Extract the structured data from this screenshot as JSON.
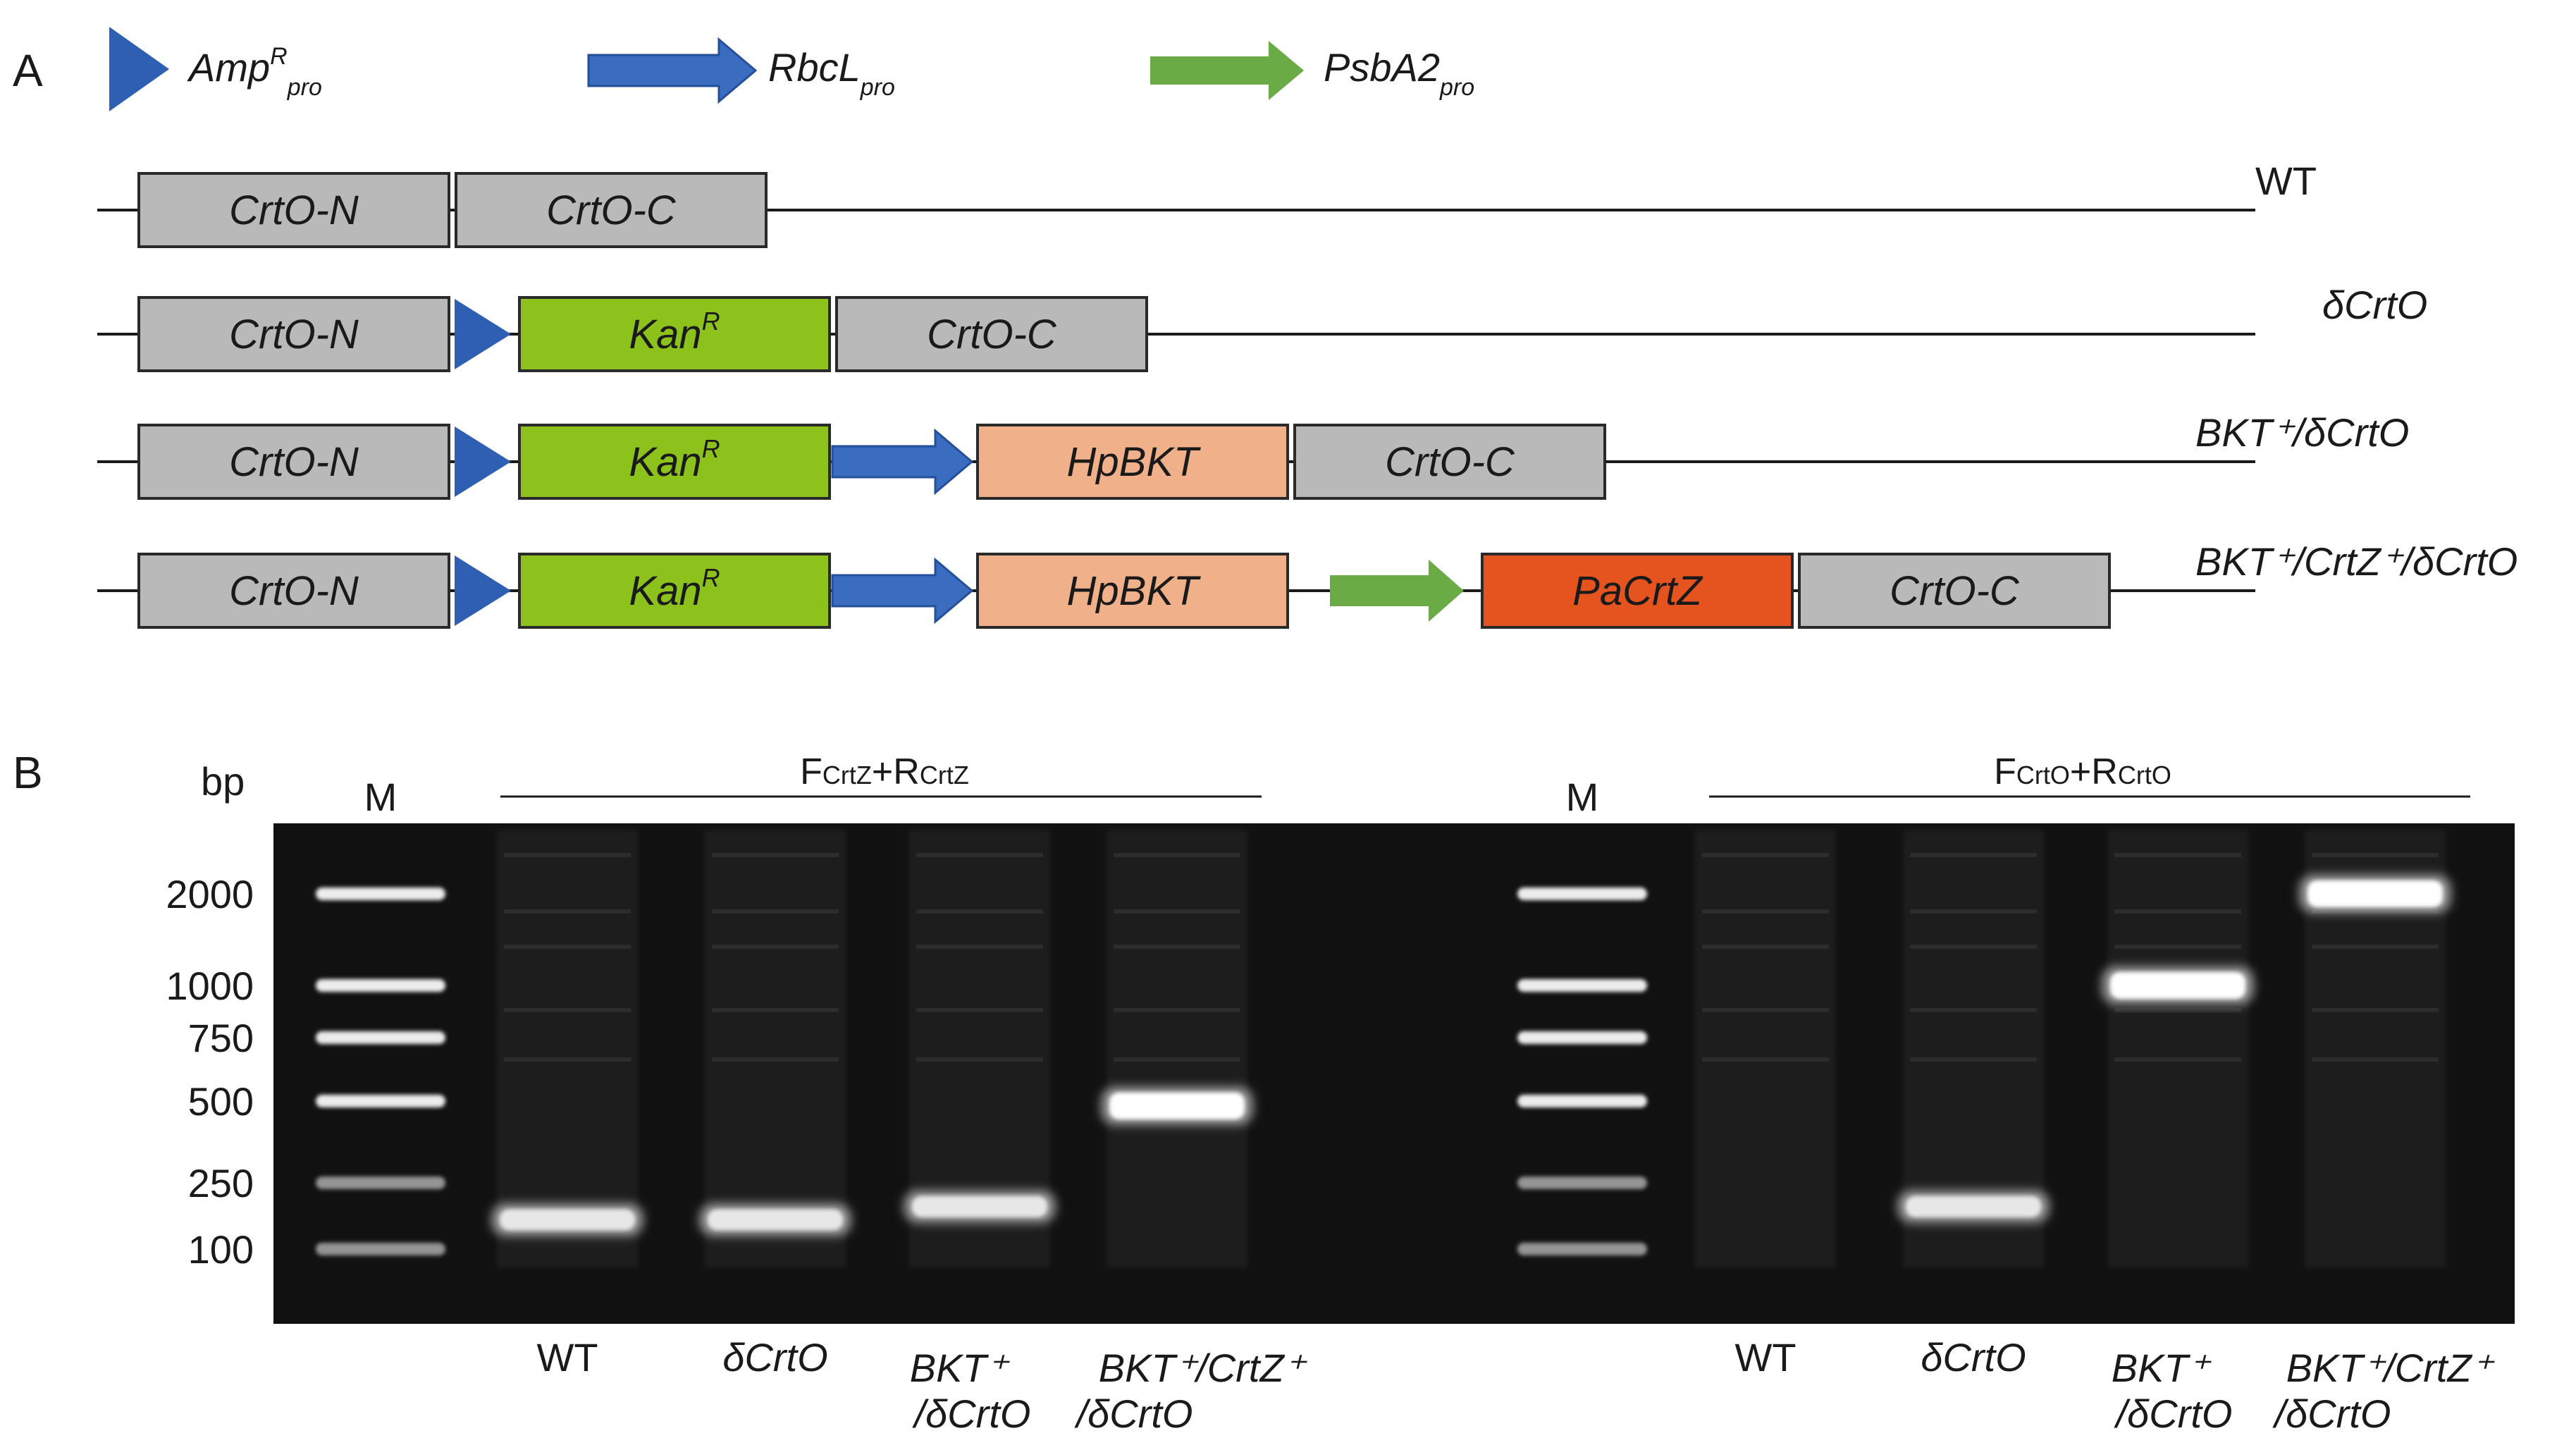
{
  "panel_a": {
    "label": "A",
    "legend": [
      {
        "id": "amp",
        "name": "Amp",
        "sup": "R",
        "sub": "pro",
        "color": "#2f5fb3"
      },
      {
        "id": "rbcl",
        "name": "RbcL",
        "sub": "pro",
        "color": "#3a6cc0"
      },
      {
        "id": "psba2",
        "name": "PsbA2",
        "sub": "pro",
        "color": "#6bab45"
      }
    ],
    "constructs": [
      {
        "label": "WT",
        "parts": [
          {
            "kind": "box",
            "name": "CrtO-N",
            "fill": "#b9b9b9"
          },
          {
            "kind": "box",
            "name": "CrtO-C",
            "fill": "#b9b9b9"
          }
        ]
      },
      {
        "label": "δCrtO",
        "parts": [
          {
            "kind": "box",
            "name": "CrtO-N",
            "fill": "#b9b9b9"
          },
          {
            "kind": "amp"
          },
          {
            "kind": "box",
            "name": "Kan",
            "sup": "R",
            "fill": "#8cc21b"
          },
          {
            "kind": "box",
            "name": "CrtO-C",
            "fill": "#b9b9b9"
          }
        ]
      },
      {
        "label": "BKT⁺/δCrtO",
        "parts": [
          {
            "kind": "box",
            "name": "CrtO-N",
            "fill": "#b9b9b9"
          },
          {
            "kind": "amp"
          },
          {
            "kind": "box",
            "name": "Kan",
            "sup": "R",
            "fill": "#8cc21b"
          },
          {
            "kind": "rbcl"
          },
          {
            "kind": "box",
            "name": "HpBKT",
            "fill": "#f0b08a"
          },
          {
            "kind": "box",
            "name": "CrtO-C",
            "fill": "#b9b9b9"
          }
        ]
      },
      {
        "label": "BKT⁺/CrtZ⁺/δCrtO",
        "parts": [
          {
            "kind": "box",
            "name": "CrtO-N",
            "fill": "#b9b9b9"
          },
          {
            "kind": "amp"
          },
          {
            "kind": "box",
            "name": "Kan",
            "sup": "R",
            "fill": "#8cc21b"
          },
          {
            "kind": "rbcl"
          },
          {
            "kind": "box",
            "name": "HpBKT",
            "fill": "#f0b08a"
          },
          {
            "kind": "psba2"
          },
          {
            "kind": "box",
            "name": "PaCrtZ",
            "fill": "#e5531f"
          },
          {
            "kind": "box",
            "name": "CrtO-C",
            "fill": "#b9b9b9"
          }
        ]
      }
    ]
  },
  "panel_b": {
    "label": "B",
    "unit": "bp",
    "ladder_ticks": [
      "2000",
      "1000",
      "750",
      "500",
      "250",
      "100"
    ],
    "marker_label": "M",
    "gels": [
      {
        "primer": {
          "f": "F",
          "f_sub": "CrtZ",
          "plus": "+",
          "r": "R",
          "r_sub": "CrtZ"
        },
        "bands": [
          {
            "sample": "WT",
            "size_bp": 150
          },
          {
            "sample": "δCrtO",
            "size_bp": 150
          },
          {
            "sample": "BKT⁺/δCrtO",
            "size_bp": 180
          },
          {
            "sample": "BKT⁺/CrtZ⁺/δCrtO",
            "size_bp": 480
          }
        ]
      },
      {
        "primer": {
          "f": "F",
          "f_sub": "CrtO",
          "plus": "+",
          "r": "R",
          "r_sub": "CrtO"
        },
        "bands": [
          {
            "sample": "WT",
            "size_bp": null
          },
          {
            "sample": "δCrtO",
            "size_bp": 180
          },
          {
            "sample": "BKT⁺/δCrtO",
            "size_bp": 1000
          },
          {
            "sample": "BKT⁺/CrtZ⁺/δCrtO",
            "size_bp": 2000
          }
        ]
      }
    ],
    "lane_labels": [
      {
        "line1": "WT",
        "line2": ""
      },
      {
        "line1": "δCrtO",
        "line2": ""
      },
      {
        "line1": "BKT⁺",
        "line2": "/δCrtO"
      },
      {
        "line1": "BKT⁺/CrtZ⁺",
        "line2": "/δCrtO"
      }
    ]
  }
}
